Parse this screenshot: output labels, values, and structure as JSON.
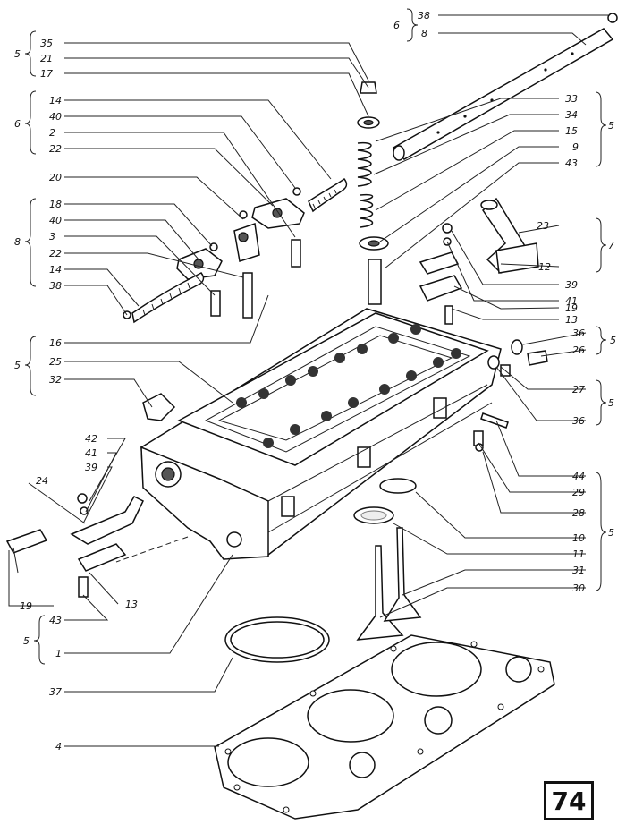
{
  "diagram": {
    "callouts": {
      "c35": "35",
      "c21": "21",
      "c17": "17",
      "c14a": "14",
      "c40a": "40",
      "c2": "2",
      "c22a": "22",
      "c20": "20",
      "c18": "18",
      "c40b": "40",
      "c3": "3",
      "c22b": "22",
      "c14b": "14",
      "c38a": "38",
      "c16": "16",
      "c25": "25",
      "c32": "32",
      "c42": "42",
      "c41a": "41",
      "c39a": "39",
      "c24": "24",
      "c19a": "19",
      "c43a": "43",
      "c13a": "13",
      "c1": "1",
      "c37": "37",
      "c4": "4",
      "c38b": "38",
      "c8": "8",
      "c33": "33",
      "c34": "34",
      "c15": "15",
      "c9": "9",
      "c43b": "43",
      "c23": "23",
      "c12": "12",
      "c39b": "39",
      "c41b": "41",
      "c19b": "19",
      "c13b": "13",
      "c36a": "36",
      "c26": "26",
      "c27": "27",
      "c36b": "36",
      "c44": "44",
      "c29": "29",
      "c28": "28",
      "c10": "10",
      "c11": "11",
      "c31": "31",
      "c30": "30"
    },
    "group_labels": {
      "g5a": "5",
      "g6a": "6",
      "g8": "8",
      "g5b": "5",
      "g5c": "5",
      "g6b": "6",
      "g5d": "5",
      "g7": "7",
      "g5e": "5",
      "g5f": "5",
      "g5g": "5"
    }
  },
  "page_number": "74"
}
